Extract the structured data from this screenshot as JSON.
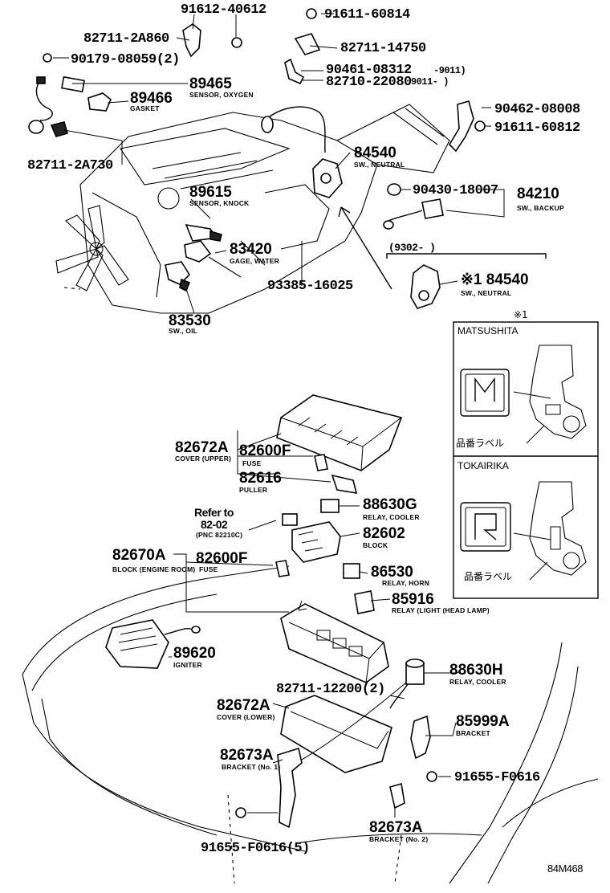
{
  "diagram_code": "84M468",
  "parts_engine": [
    {
      "number": "91612-40612"
    },
    {
      "number": "91611-60814"
    },
    {
      "number": "82711-2A860"
    },
    {
      "number": "82711-14750"
    },
    {
      "number": "90179-08059(2)"
    },
    {
      "number": "90461-08312",
      "range": "-9011)"
    },
    {
      "number": "82710-22080",
      "range": "9011-      )"
    },
    {
      "number": "89465",
      "desc": "SENSOR, OXYGEN"
    },
    {
      "number": "89466",
      "desc": "GASKET"
    },
    {
      "number": "90462-08008"
    },
    {
      "number": "91611-60812"
    },
    {
      "number": "82711-2A730"
    },
    {
      "number": "84540",
      "desc": "SW., NEUTRAL"
    },
    {
      "number": "89615",
      "desc": "SENSOR, KNOCK"
    },
    {
      "number": "90430-18007"
    },
    {
      "number": "84210",
      "desc": "SW., BACKUP"
    },
    {
      "number": "83420",
      "desc": "GAGE, WATER"
    },
    {
      "number": "93385-16025"
    },
    {
      "number": "83530",
      "desc": "SW., OIL"
    }
  ],
  "neutral_switch_alt": {
    "range": "(9302-         )",
    "number": "※1 84540",
    "desc": "SW., NEUTRAL"
  },
  "inset": {
    "note": "※1",
    "panels": [
      {
        "maker": "MATSUSHITA",
        "label_text": "品番ラベル",
        "logo": "M"
      },
      {
        "maker": "TOKAIRIKA",
        "label_text": "品番ラベル",
        "logo": "R"
      }
    ]
  },
  "parts_relay": [
    {
      "number": "82672A",
      "desc": "COVER (UPPER)"
    },
    {
      "number": "82600F",
      "desc": "FUSE"
    },
    {
      "number": "82616",
      "desc": "PULLER"
    },
    {
      "number": "88630G",
      "desc": "RELAY, COOLER"
    },
    {
      "number": "82602",
      "desc": "BLOCK"
    },
    {
      "number": "82670A",
      "desc": "BLOCK (ENGINE ROOM)"
    },
    {
      "number": "82600F",
      "desc": "FUSE"
    },
    {
      "number": "86530",
      "desc": "RELAY, HORN"
    },
    {
      "number": "85916",
      "desc": "RELAY (LIGHT (HEAD LAMP)"
    },
    {
      "number": "89620",
      "desc": "IGNITER"
    },
    {
      "number": "88630H",
      "desc": "RELAY, COOLER"
    },
    {
      "number": "82711-12200(2)"
    },
    {
      "number": "82672A",
      "desc": "COVER (LOWER)"
    },
    {
      "number": "85999A",
      "desc": "BRACKET"
    },
    {
      "number": "82673A",
      "desc": "BRACKET (No. 1)"
    },
    {
      "number": "91655-F0616"
    },
    {
      "number": "82673A",
      "desc": "BRACKET (No. 2)"
    },
    {
      "number": "91655-F0616(5)"
    }
  ],
  "refer_to": {
    "line1": "Refer to",
    "line2": "82-02",
    "line3": "(PNC 82210C)"
  }
}
